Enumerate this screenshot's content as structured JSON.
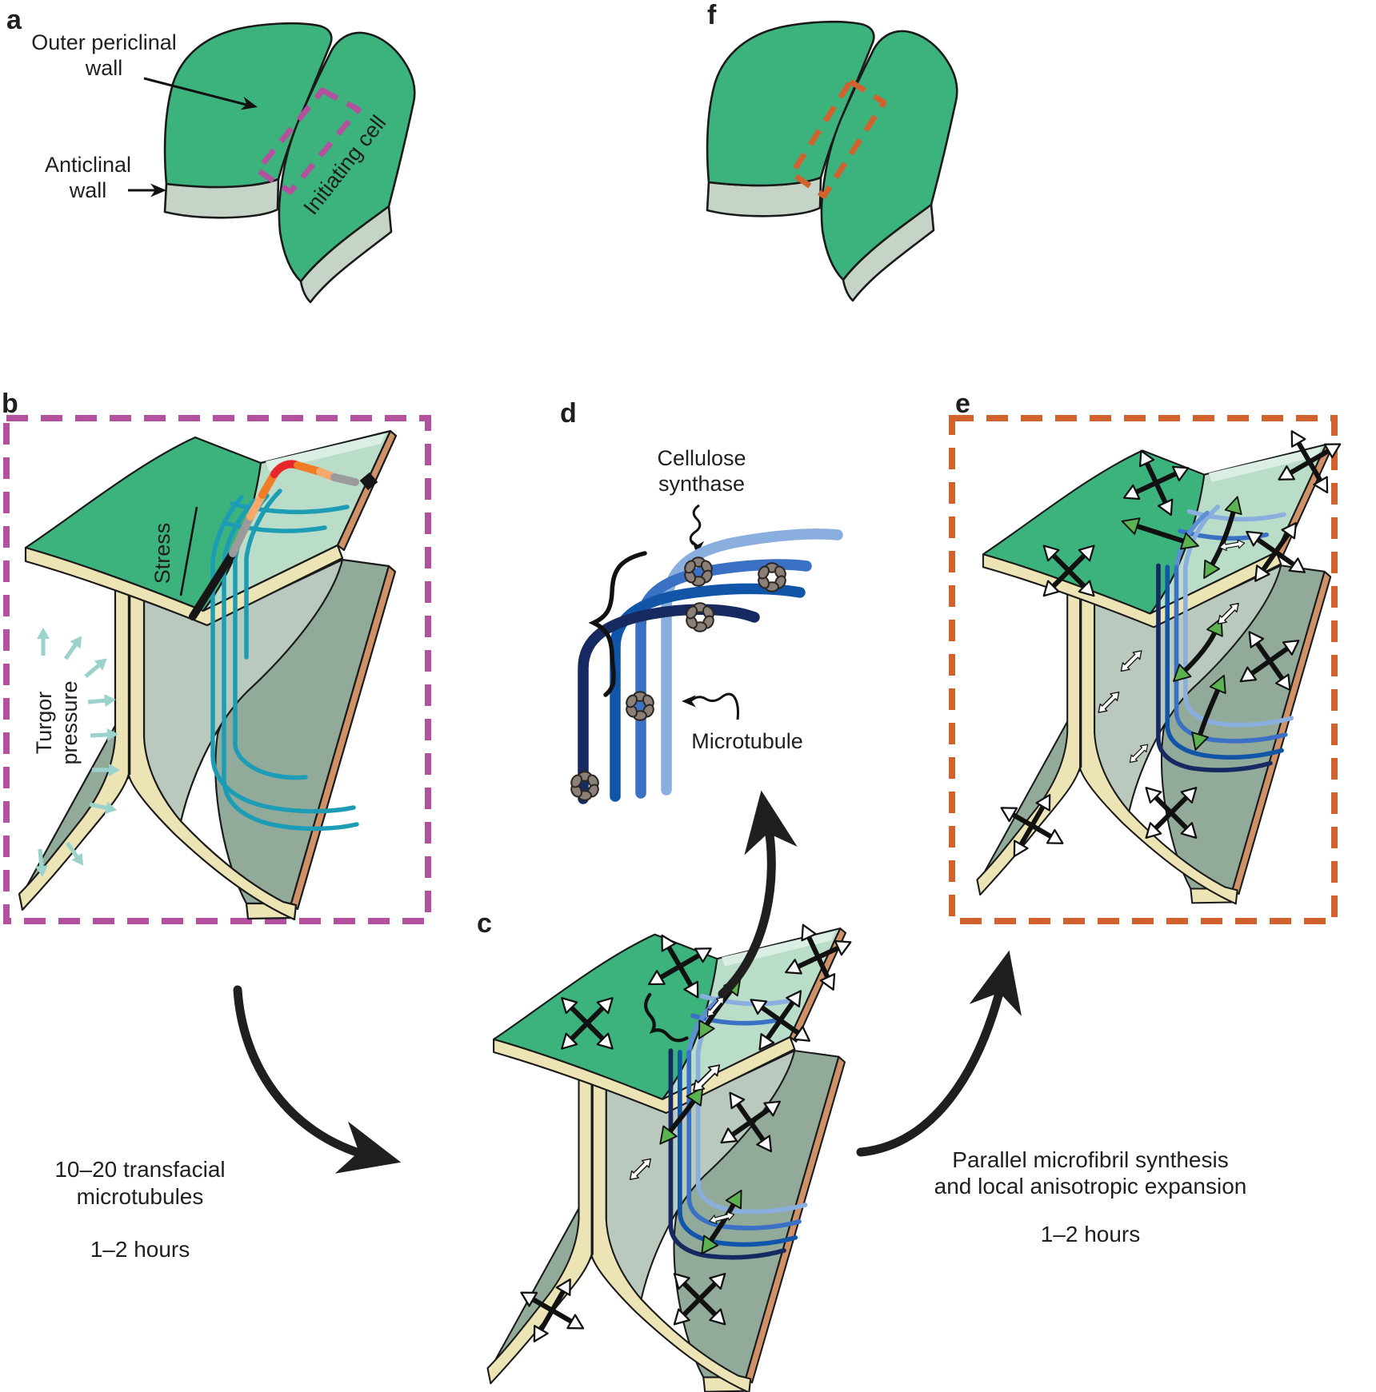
{
  "figure": {
    "type": "scientific-diagram",
    "subject": "Cell wall mechanics and microtubule-guided cellulose synthesis at the junction between an initiating cell and its neighbour"
  },
  "panels": {
    "a": {
      "letter": "a",
      "labels": {
        "outer_periclinal": [
          "Outer periclinal",
          "wall"
        ],
        "anticlinal": [
          "Anticlinal",
          "wall"
        ],
        "initiating_cell": "Initiating cell"
      }
    },
    "b": {
      "letter": "b",
      "labels": {
        "stress": "Stress",
        "turgor": [
          "Turgor",
          "pressure"
        ]
      }
    },
    "c": {
      "letter": "c"
    },
    "d": {
      "letter": "d",
      "labels": {
        "cellulose_synthase": [
          "Cellulose",
          "synthase"
        ],
        "microtubule": "Microtubule"
      }
    },
    "e": {
      "letter": "e"
    },
    "f": {
      "letter": "f"
    }
  },
  "captions": {
    "step1": {
      "lines": [
        "10–20 transfacial",
        "microtubules"
      ],
      "time": "1–2 hours"
    },
    "step2": {
      "lines": [
        "Parallel microfibril synthesis",
        "and local anisotropic expansion"
      ],
      "time": "1–2 hours"
    }
  },
  "colors": {
    "cell_green": "#3cb27d",
    "cell_side_gray": "#c6d3c7",
    "flap_light_green": "#b9ddc8",
    "flap_pale_strip": "#daeee3",
    "wall_cream": "#ece4b4",
    "interior_face_gray": "#bac9bd",
    "floor_sage": "#92aa9a",
    "edge_orange": "#cf9168",
    "dashed_purple": "#b3519f",
    "dashed_orange": "#d2622d",
    "microtubule_teal": "#1d9db5",
    "turgor_arrow_teal": "#9bd3cc",
    "mt_blue_light": "#8aaedd",
    "mt_blue_mid": "#3b71c4",
    "mt_blue_dark": "#1155a9",
    "mt_blue_navy": "#162a61",
    "rosette_brown": "#8a8078",
    "green_arrowhead": "#5cb251",
    "stress_red": "#e8272c",
    "stress_orange": "#f07c26",
    "stress_light_orange": "#f6a96b",
    "stress_gray": "#9b9b9b",
    "outline_black": "#1a1a1a"
  }
}
